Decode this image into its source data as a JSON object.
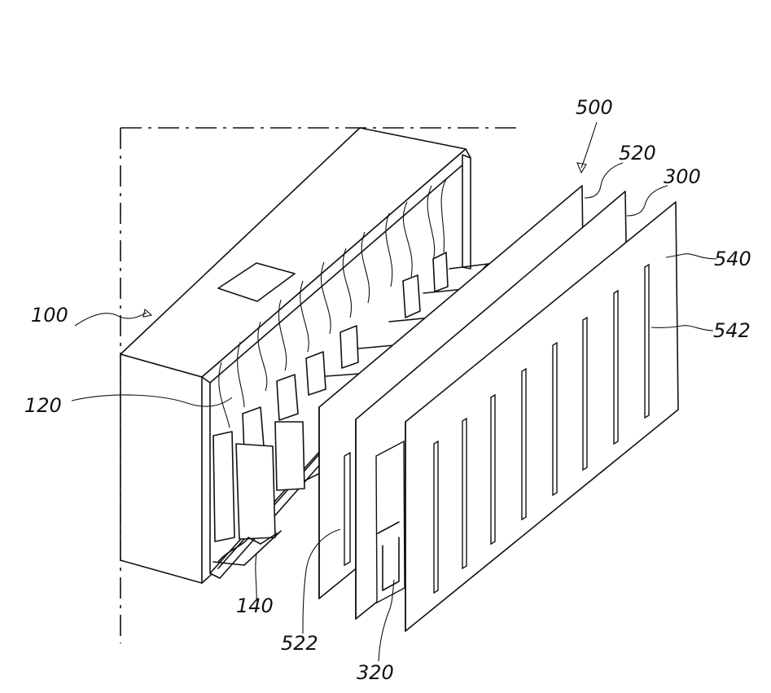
{
  "labels": {
    "module": "100",
    "cells": "120",
    "tab": "140",
    "bus_bar": "300",
    "bus_bar_opening": "320",
    "cover_assembly": "500",
    "inner_cover": "520",
    "inner_slot": "522",
    "outer_cover": "540",
    "outer_slot": "542"
  }
}
